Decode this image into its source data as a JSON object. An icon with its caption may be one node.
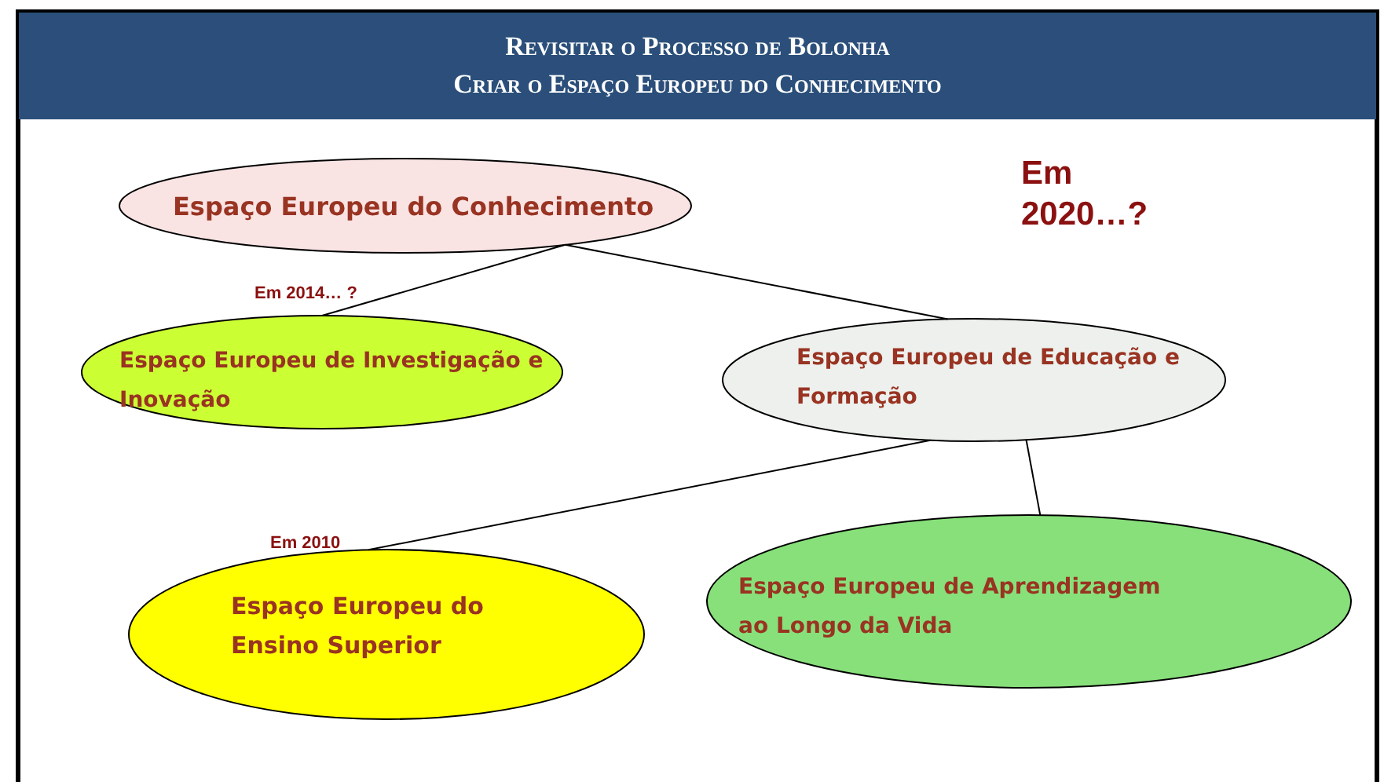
{
  "diagram": {
    "title": "Revisitar o Processo de Bolonha",
    "nodes": [
      {
        "text": [
          "Espaço Europeu do Conhecimento"
        ]
      },
      {
        "text": [
          "Espaço Europeu de Investigação e Inovação"
        ],
        "beside": [
          "Em 2014… ?"
        ]
      },
      {
        "text": [
          "Espaço Europeu de Educação e Formação"
        ]
      },
      {
        "text": [
          "Espaço Europeu do Ensino Superior"
        ],
        "beside": [
          "Em 2010"
        ]
      },
      {
        "text": [
          "Espaço Europeu de Aprendizagem ao Longo da Vida"
        ]
      }
    ],
    "edges": [
      {
        "from": 0,
        "to": 1,
        "arrow": "none"
      },
      {
        "from": 0,
        "to": 2,
        "arrow": "none"
      },
      {
        "from": 2,
        "to": 3,
        "arrow": "none"
      },
      {
        "from": 2,
        "to": 4,
        "arrow": "none"
      }
    ],
    "labels": [
      "Criar o Espaço Europeu do Conhecimento",
      "Em 2020…?"
    ]
  }
}
